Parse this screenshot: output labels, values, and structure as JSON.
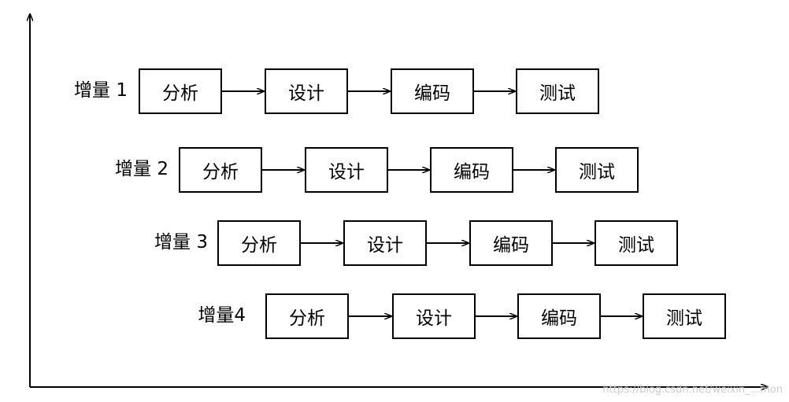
{
  "rows": [
    {
      "label": "增量 1",
      "steps": [
        "分析",
        "设计",
        "编码",
        "测试"
      ]
    },
    {
      "label": "增量 2",
      "steps": [
        "分析",
        "设计",
        "编码",
        "测试"
      ]
    },
    {
      "label": "增量 3",
      "steps": [
        "分析",
        "设计",
        "编码",
        "测试"
      ]
    },
    {
      "label": "增量4",
      "steps": [
        "分析",
        "设计",
        "编码",
        "测试"
      ]
    }
  ],
  "watermark": "https://blog.csdn.net/weixin_...mon",
  "colors": {
    "line": "#000000",
    "box_border": "#000000",
    "watermark": "#cccccc"
  }
}
